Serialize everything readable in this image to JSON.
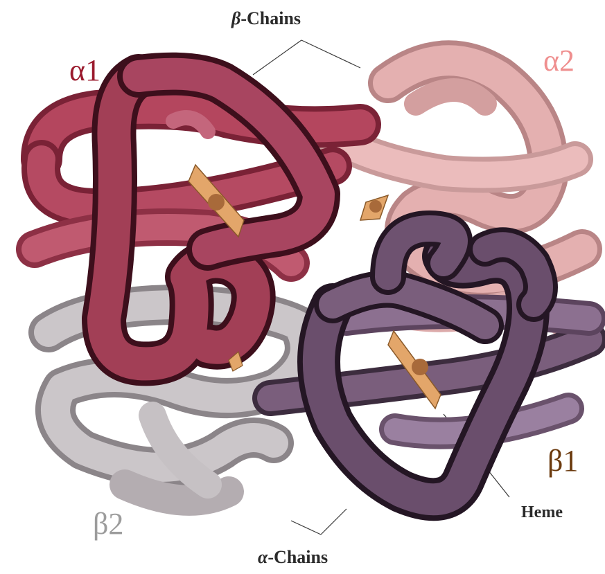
{
  "labels": {
    "beta_chains": "β-Chains",
    "alpha_chains": "α-Chains",
    "heme": "Heme",
    "alpha1": "α1",
    "alpha2": "α2",
    "beta1": "β1",
    "beta2": "β2"
  },
  "colors": {
    "alpha1": "#a33a52",
    "alpha2": "#e0a4a4",
    "beta1": "#6e5070",
    "beta2": "#bdb7bb",
    "heme": "#e3a66a",
    "alpha1_text": "#9b1b2e",
    "alpha2_text": "#ef8f8f",
    "beta1_text": "#6b3a0e",
    "beta2_text": "#9c9c9c"
  }
}
